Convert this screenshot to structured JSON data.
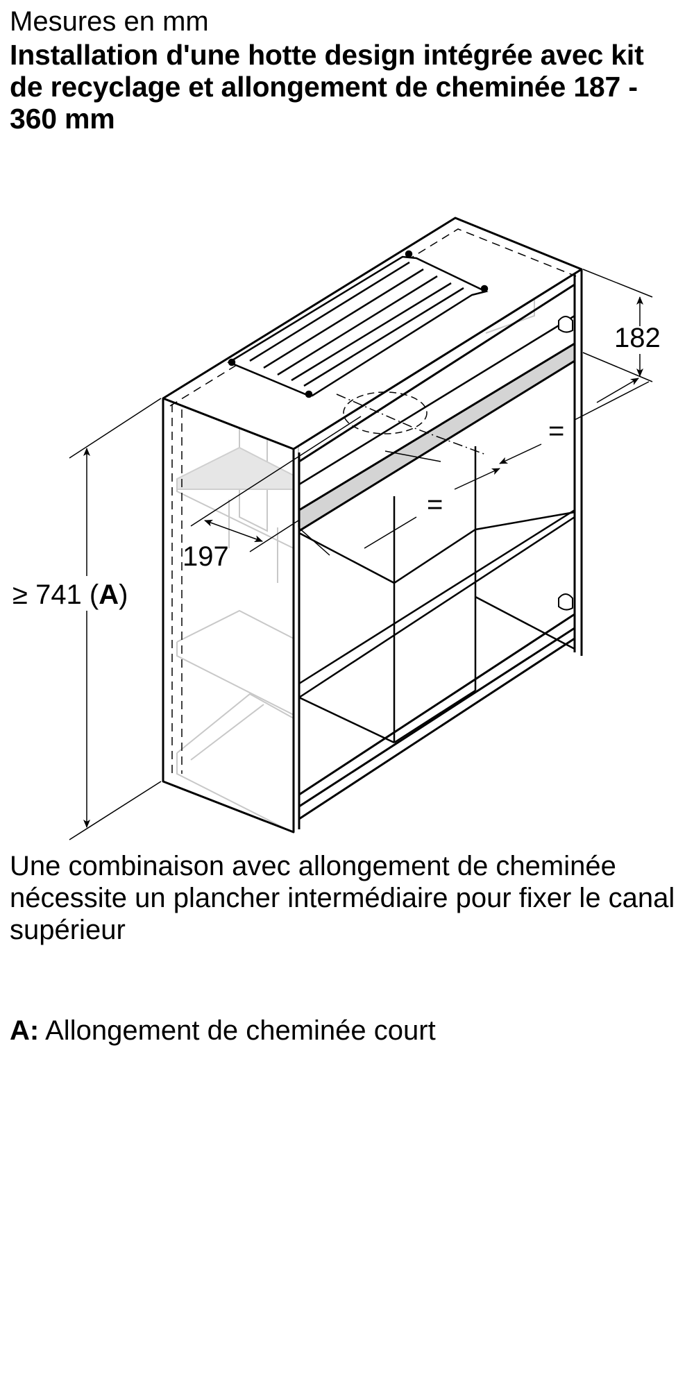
{
  "header": {
    "units": "Mesures en mm",
    "title": "Installation d'une hotte design intégrée avec kit de recyclage et allongement de cheminée 187 - 360 mm"
  },
  "diagram": {
    "description": "Isometric view of kitchen wall cabinet with integrated design hood, recycling kit and chimney extension",
    "dimensions": {
      "height_label": "≥ 741 (",
      "height_ref": "A",
      "height_close": ")",
      "depth_offset": "197",
      "top_height": "182",
      "equal_left": "=",
      "equal_right": "="
    },
    "colors": {
      "line": "#000000",
      "ghost_line": "#c8c8c8",
      "panel_fill": "#d4d4d4"
    }
  },
  "note": {
    "text": "Une combinaison avec allongement de cheminée nécessite un plancher intermédiaire pour fixer le canal supérieur"
  },
  "legend": {
    "key": "A:",
    "text": " Allongement de cheminée court"
  }
}
